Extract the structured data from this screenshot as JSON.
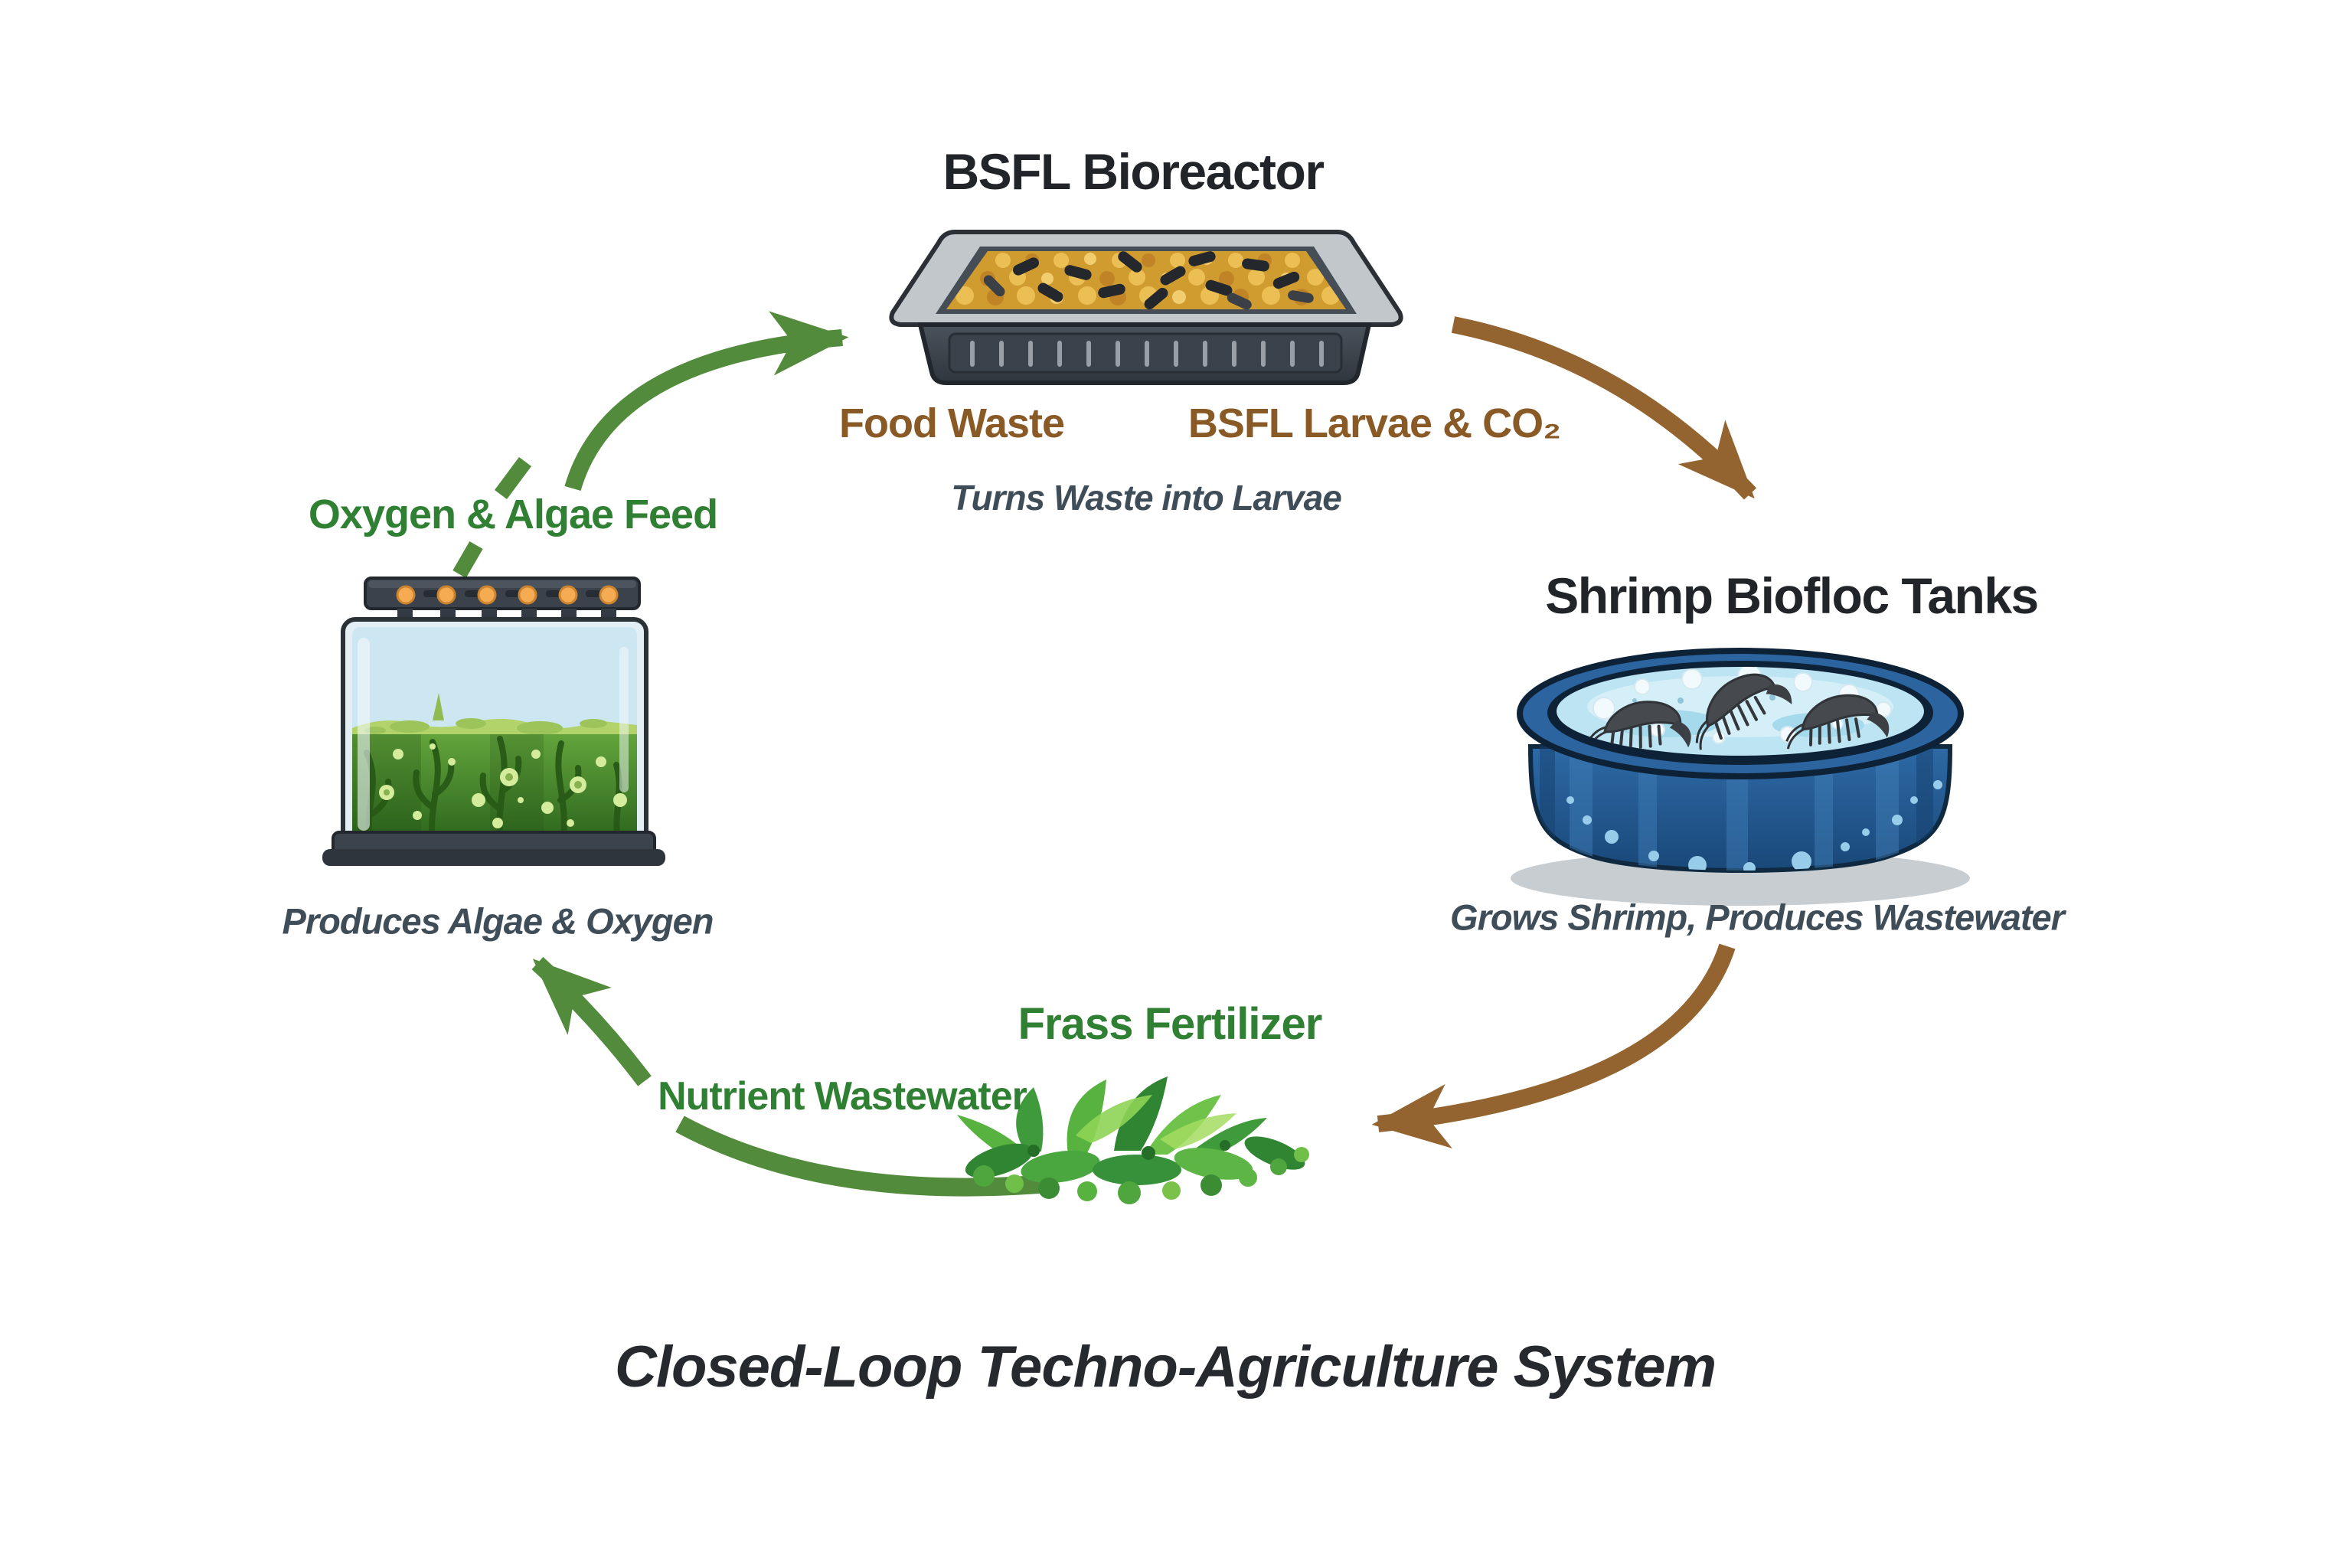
{
  "diagram": {
    "main_title": "Closed-Loop Techno-Agriculture System",
    "nodes": {
      "bsfl_bioreactor": {
        "title": "BSFL Bioreactor",
        "caption": "Turns Waste into Larvae"
      },
      "shrimp_biofloc": {
        "title": "Shrimp Biofloc Tanks",
        "caption": "Grows Shrimp, Produces Wastewater"
      },
      "algae_photobioreactor": {
        "caption": "Produces Algae & Oxygen"
      },
      "frass_fertilizer": {
        "title": "Frass Fertilizer"
      }
    },
    "flow_labels": {
      "food_waste": "Food Waste",
      "bsfl_larvae_co2": "BSFL Larvae & CO₂",
      "oxygen_algae_feed": "Oxygen & Algae Feed",
      "nutrient_wastewater": "Nutrient Wastewater"
    }
  },
  "colors": {
    "green_text": "#2f8033",
    "green_arrow": "#538b3c",
    "brown_text": "#8a5a26",
    "brown_arrow": "#936430",
    "slate_text": "#3e4d58",
    "title_ink": "#212529"
  }
}
